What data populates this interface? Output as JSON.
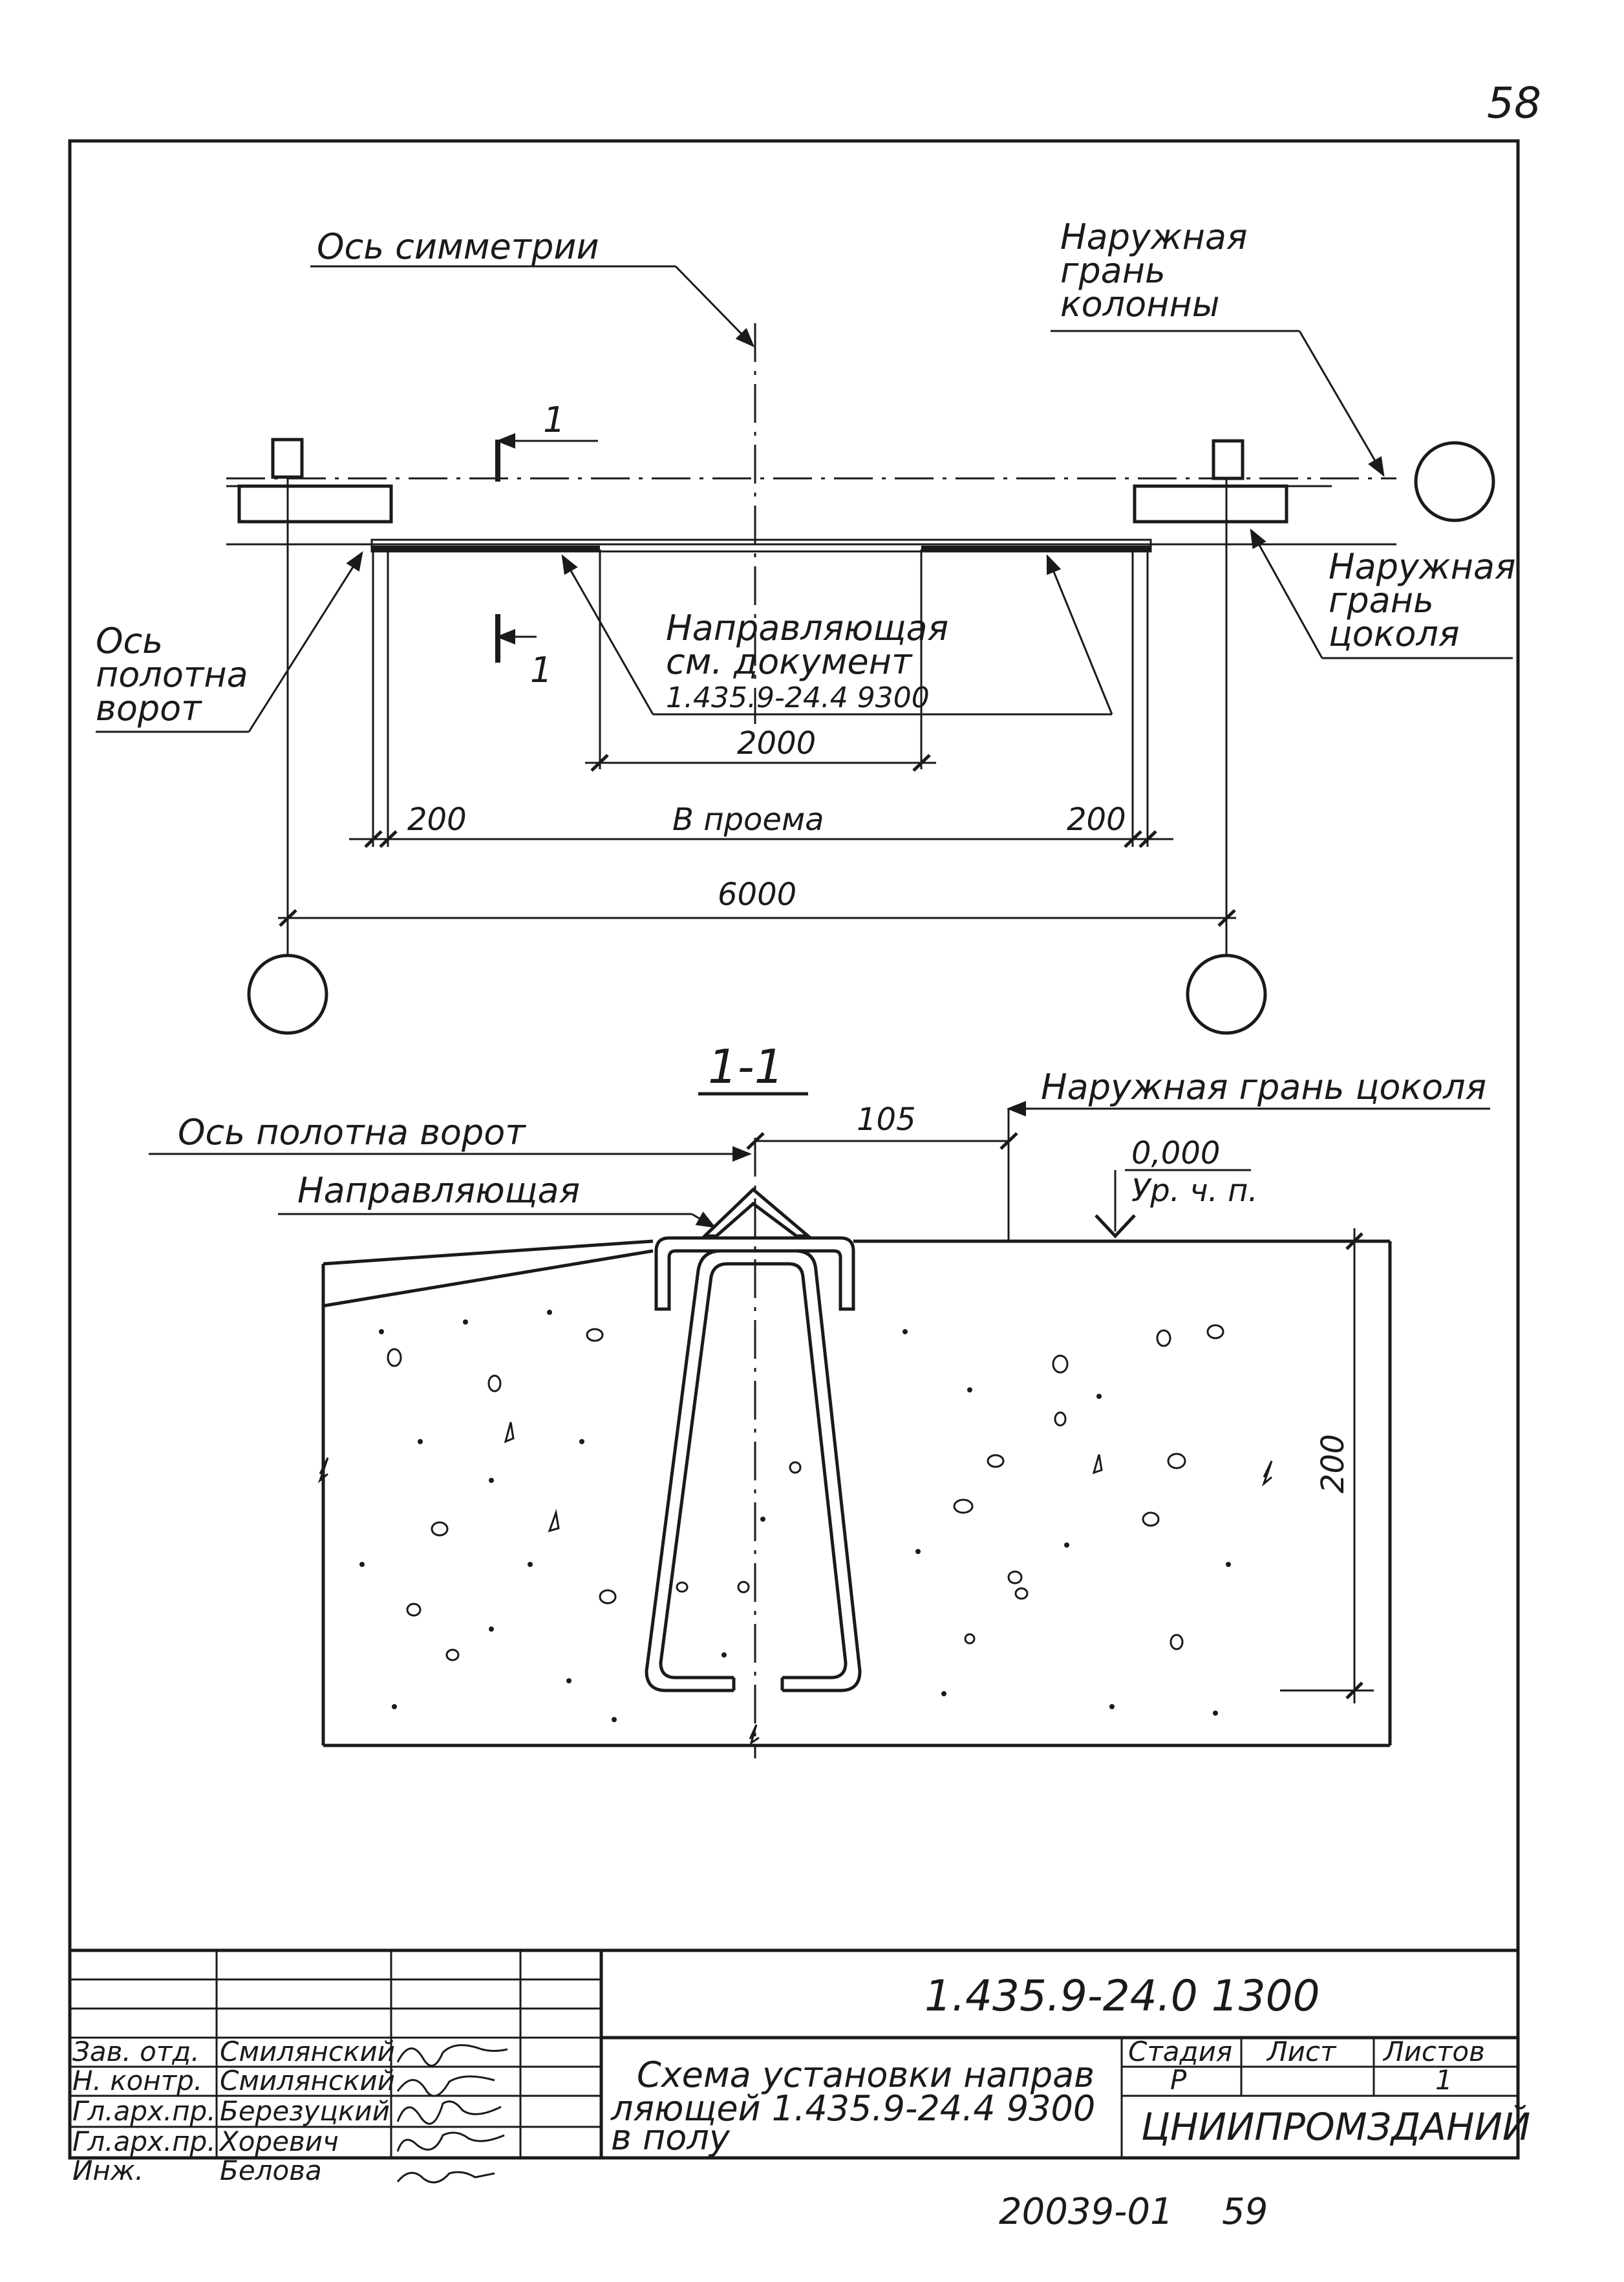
{
  "sheet_number": "58",
  "plan": {
    "axis_symmetry_label": "Ось симметрии",
    "column_outer_face_label": [
      "Наружная",
      "грань",
      "колонны"
    ],
    "plinth_outer_face_label": [
      "Наружная",
      "грань",
      "цоколя"
    ],
    "gate_leaf_axis_label": [
      "Ось",
      "полотна",
      "ворот"
    ],
    "guide_label": [
      "Направляющая",
      "см. документ",
      "1.435.9-24.4 9300"
    ],
    "section_mark_top": "1",
    "section_mark_bottom": "1",
    "dim_guide": "2000",
    "dim_left": "200",
    "dim_opening": "B проема",
    "dim_right": "200",
    "dim_total": "6000"
  },
  "section": {
    "title": "1-1",
    "plinth_outer_face_label": "Наружная грань цоколя",
    "gate_leaf_axis_label": "Ось полотна ворот",
    "guide_label": "Направляющая",
    "dim_offset": "105",
    "level_value": "0,000",
    "level_label": "Ур. ч. п.",
    "dim_depth": "200"
  },
  "title_block": {
    "doc_code": "1.435.9-24.0 1300",
    "drawing_title": [
      "Схема установки направ",
      "ляющей 1.435.9-24.4 9300",
      "в полу"
    ],
    "stage_header": "Стадия",
    "sheet_header": "Лист",
    "sheets_header": "Листов",
    "stage_value": "Р",
    "sheet_value": "",
    "sheets_value": "1",
    "organization": "ЦНИИПРОМЗДАНИЙ",
    "roles": [
      {
        "role": "Зав. отд.",
        "name": "Смилянский"
      },
      {
        "role": "Н. контр.",
        "name": "Смилянский"
      },
      {
        "role": "Гл.арх.пр.",
        "name": "Березуцкий"
      },
      {
        "role": "Гл.арх.пр.",
        "name": "Хоревич"
      },
      {
        "role": "Инж.",
        "name": "Белова"
      }
    ]
  },
  "footer": {
    "archive_number": "20039-01",
    "page": "59"
  }
}
